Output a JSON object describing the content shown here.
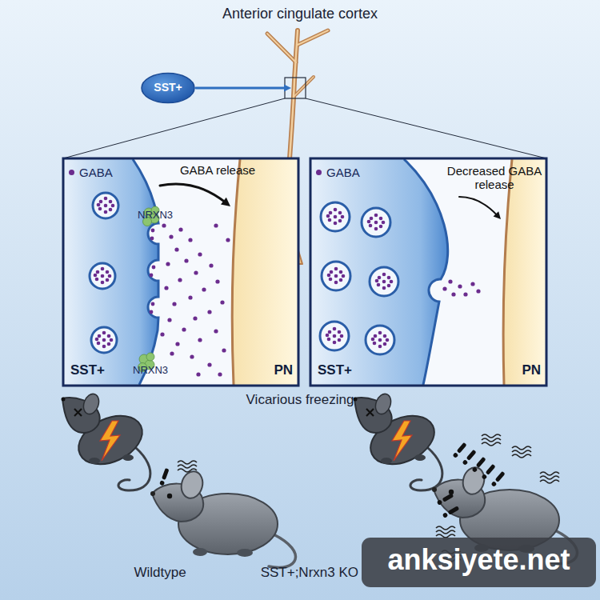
{
  "diagram": {
    "title": "Anterior cingulate cortex",
    "nodes": [
      {
        "text": [
          "SST+"
        ]
      },
      {
        "text": [
          "PN"
        ]
      },
      {
        "text": [
          "SST+"
        ]
      },
      {
        "text": [
          "PN"
        ]
      },
      {
        "text": [
          "SST+"
        ]
      },
      {
        "text": [
          "PN"
        ]
      }
    ],
    "edges": [
      {
        "from": 0,
        "to": 1,
        "arrow": "to"
      },
      {
        "from": 2,
        "to": 3,
        "label": "GABA release",
        "arrow": "to"
      },
      {
        "from": 4,
        "to": 5,
        "label": "Decreased GABA release",
        "arrow": "to"
      }
    ],
    "labels": [
      "NRXN3",
      "NRXN3",
      "Vicarious freezing",
      "Wildtype",
      "SST+;Nrxn3 KO",
      "anksiyete.net"
    ],
    "legend": [
      {
        "text": "GABA",
        "color": "#6b2c8e"
      },
      {
        "text": "GABA",
        "color": "#6b2c8e"
      }
    ]
  }
}
